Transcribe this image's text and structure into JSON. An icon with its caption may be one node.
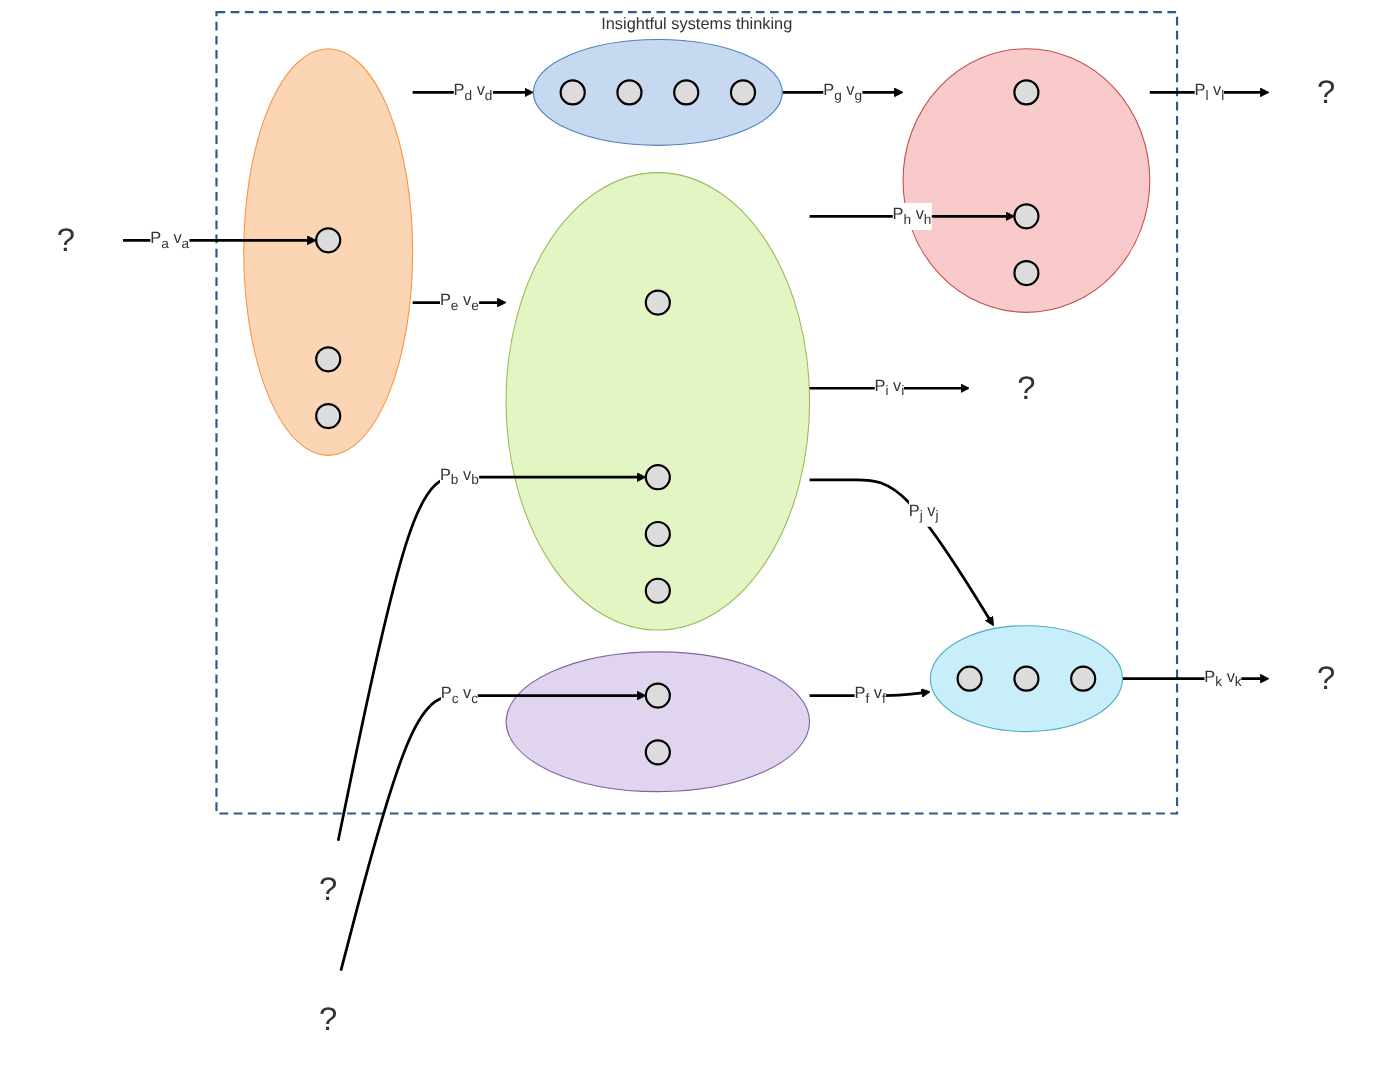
{
  "diagram": {
    "nodes": [
      {
        "text": [
          "Insightful systems thinking"
        ]
      },
      {
        "text": [
          "?"
        ]
      },
      {
        "text": [],
        "shape": "circle",
        "in": 0
      },
      {
        "text": [],
        "shape": "circle",
        "in": 2
      },
      {
        "text": [],
        "shape": "circle",
        "in": 2
      },
      {
        "text": [],
        "shape": "circle",
        "in": 2
      },
      {
        "text": [],
        "shape": "circle",
        "in": 0
      },
      {
        "text": [],
        "shape": "circle",
        "in": 6
      },
      {
        "text": [],
        "shape": "circle",
        "in": 6
      },
      {
        "text": [],
        "shape": "circle",
        "in": 6
      },
      {
        "text": [],
        "shape": "circle",
        "in": 6
      },
      {
        "text": [],
        "shape": "circle",
        "in": 0
      },
      {
        "text": [],
        "shape": "circle",
        "in": 11
      },
      {
        "text": [],
        "shape": "circle",
        "in": 11
      },
      {
        "text": [],
        "shape": "circle",
        "in": 11
      },
      {
        "text": [
          "?"
        ]
      },
      {
        "text": [
          "?"
        ]
      },
      {
        "text": [],
        "shape": "circle",
        "in": 0
      },
      {
        "text": [],
        "shape": "circle",
        "in": 17
      },
      {
        "text": [],
        "shape": "circle",
        "in": 17
      },
      {
        "text": [],
        "shape": "circle",
        "in": 17
      },
      {
        "text": [],
        "shape": "circle",
        "in": 17
      },
      {
        "text": [
          "?"
        ],
        "in": 0
      },
      {
        "text": [
          "?"
        ]
      },
      {
        "text": [],
        "shape": "circle",
        "in": 0
      },
      {
        "text": [],
        "shape": "circle",
        "in": 24
      },
      {
        "text": [],
        "shape": "circle",
        "in": 24
      },
      {
        "text": [],
        "shape": "circle",
        "in": 0
      },
      {
        "text": [],
        "shape": "circle",
        "in": 27
      },
      {
        "text": [],
        "shape": "circle",
        "in": 27
      },
      {
        "text": [],
        "shape": "circle",
        "in": 27
      },
      {
        "text": [
          "?"
        ]
      }
    ],
    "edges": [
      {
        "from": 1,
        "to": 3,
        "arrow": "to",
        "label": "P$_{a}$ v$_{a}$"
      },
      {
        "from": 2,
        "to": 6,
        "arrow": "to",
        "label": "P$_{d}$ v$_{d}$"
      },
      {
        "from": 2,
        "to": 17,
        "arrow": "to",
        "label": "P$_{e}$ v$_{e}$"
      },
      {
        "from": 6,
        "to": 11,
        "arrow": "to",
        "label": "P$_{g}$ v$_{g}$"
      },
      {
        "from": 17,
        "to": 13,
        "arrow": "to",
        "label": "P$_{h}$ v$_{h}$"
      },
      {
        "from": 16,
        "to": 19,
        "arrow": "to",
        "label": "P$_{b}$ v$_{b}$"
      },
      {
        "from": 17,
        "to": 22,
        "arrow": "to",
        "label": "P$_{i}$ v$_{i}$"
      },
      {
        "from": 17,
        "to": 27,
        "arrow": "to",
        "label": "P$_{j}$ v$_{j}$"
      },
      {
        "from": 23,
        "to": 25,
        "arrow": "to",
        "label": "P$_{c}$ v$_{c}$"
      },
      {
        "from": 24,
        "to": 27,
        "arrow": "to",
        "label": "P$_{f}$ v$_{f}$"
      },
      {
        "from": 27,
        "to": 31,
        "arrow": "to",
        "label": "P$_{k}$ v$_{k}$"
      },
      {
        "from": 11,
        "to": 15,
        "arrow": "to",
        "label": "P$_{l}$ v$_{l}$"
      }
    ]
  }
}
